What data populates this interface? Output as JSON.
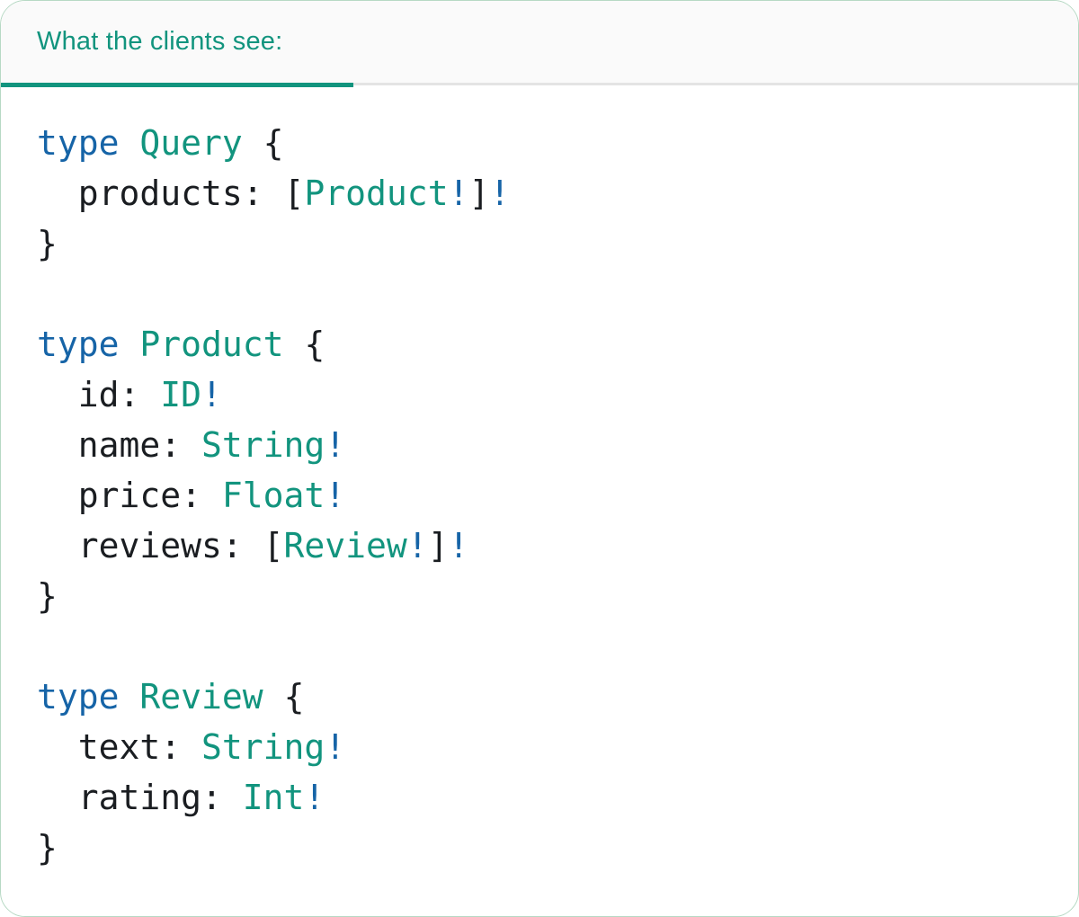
{
  "card": {
    "tab_label": "What the clients see:"
  },
  "colors": {
    "accent_teal": "#12947E",
    "keyword_blue": "#1664A7",
    "code_text": "#1A1D21",
    "divider_gray": "#E4E4E4",
    "header_bg": "#FAFAFA",
    "card_border": "#B7D9C4",
    "card_bg": "#FFFFFF"
  },
  "code": {
    "lines": [
      [
        {
          "t": "type",
          "c": "keyword"
        },
        {
          "t": " ",
          "c": "plain"
        },
        {
          "t": "Query",
          "c": "typename"
        },
        {
          "t": " {",
          "c": "plain"
        }
      ],
      [
        {
          "t": "  products: [",
          "c": "plain"
        },
        {
          "t": "Product",
          "c": "typename"
        },
        {
          "t": "!",
          "c": "bang"
        },
        {
          "t": "]",
          "c": "plain"
        },
        {
          "t": "!",
          "c": "bang"
        }
      ],
      [
        {
          "t": "}",
          "c": "plain"
        }
      ],
      [],
      [
        {
          "t": "type",
          "c": "keyword"
        },
        {
          "t": " ",
          "c": "plain"
        },
        {
          "t": "Product",
          "c": "typename"
        },
        {
          "t": " {",
          "c": "plain"
        }
      ],
      [
        {
          "t": "  id: ",
          "c": "plain"
        },
        {
          "t": "ID",
          "c": "typename"
        },
        {
          "t": "!",
          "c": "bang"
        }
      ],
      [
        {
          "t": "  name: ",
          "c": "plain"
        },
        {
          "t": "String",
          "c": "typename"
        },
        {
          "t": "!",
          "c": "bang"
        }
      ],
      [
        {
          "t": "  price: ",
          "c": "plain"
        },
        {
          "t": "Float",
          "c": "typename"
        },
        {
          "t": "!",
          "c": "bang"
        }
      ],
      [
        {
          "t": "  reviews: [",
          "c": "plain"
        },
        {
          "t": "Review",
          "c": "typename"
        },
        {
          "t": "!",
          "c": "bang"
        },
        {
          "t": "]",
          "c": "plain"
        },
        {
          "t": "!",
          "c": "bang"
        }
      ],
      [
        {
          "t": "}",
          "c": "plain"
        }
      ],
      [],
      [
        {
          "t": "type",
          "c": "keyword"
        },
        {
          "t": " ",
          "c": "plain"
        },
        {
          "t": "Review",
          "c": "typename"
        },
        {
          "t": " {",
          "c": "plain"
        }
      ],
      [
        {
          "t": "  text: ",
          "c": "plain"
        },
        {
          "t": "String",
          "c": "typename"
        },
        {
          "t": "!",
          "c": "bang"
        }
      ],
      [
        {
          "t": "  rating: ",
          "c": "plain"
        },
        {
          "t": "Int",
          "c": "typename"
        },
        {
          "t": "!",
          "c": "bang"
        }
      ],
      [
        {
          "t": "}",
          "c": "plain"
        }
      ]
    ]
  }
}
